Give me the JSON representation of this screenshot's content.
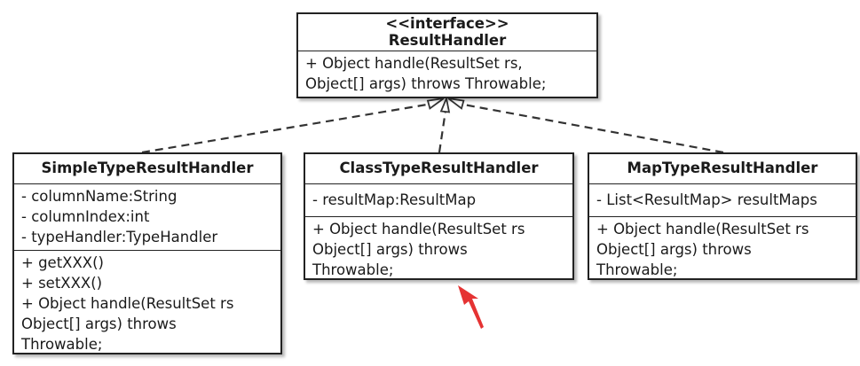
{
  "interface": {
    "stereotype": "<<interface>>",
    "name": "ResultHandler",
    "methods": [
      "+ Object handle(ResultSet rs,",
      "Object[] args) throws Throwable;"
    ]
  },
  "classes": [
    {
      "name": "SimpleTypeResultHandler",
      "fields": [
        "- columnName:String",
        "- columnIndex:int",
        "- typeHandler:TypeHandler"
      ],
      "methods": [
        "+ getXXX()",
        "+ setXXX()",
        "+ Object handle(ResultSet rs",
        "Object[] args) throws",
        "Throwable;"
      ]
    },
    {
      "name": "ClassTypeResultHandler",
      "fields": [
        "- resultMap:ResultMap"
      ],
      "methods": [
        "+ Object handle(ResultSet rs",
        "Object[] args) throws",
        "Throwable;"
      ]
    },
    {
      "name": "MapTypeResultHandler",
      "fields": [
        "- List<ResultMap> resultMaps"
      ],
      "methods": [
        "+ Object handle(ResultSet rs",
        "Object[] args) throws",
        "Throwable;"
      ]
    }
  ],
  "colors": {
    "line": "#333333",
    "annotation_arrow": "#e53333"
  }
}
